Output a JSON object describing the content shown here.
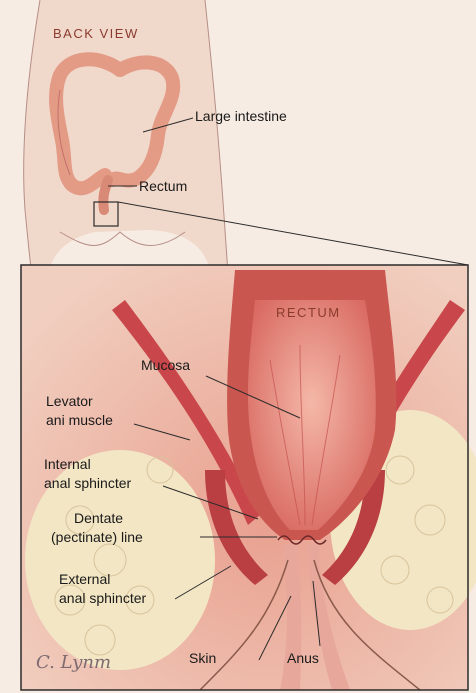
{
  "top": {
    "caption": "BACK VIEW",
    "labels": {
      "large_intestine": "Large intestine",
      "rectum": "Rectum"
    }
  },
  "inset": {
    "caption": "RECTUM",
    "labels": {
      "mucosa": "Mucosa",
      "levator_line1": "Levator",
      "levator_line2": "ani muscle",
      "internal_line1": "Internal",
      "internal_line2": "anal sphincter",
      "dentate_line1": "Dentate",
      "dentate_line2": "(pectinate) line",
      "external_line1": "External",
      "external_line2": "anal sphincter",
      "skin": "Skin",
      "anus": "Anus"
    },
    "signature": "C. Lynm"
  },
  "colors": {
    "background": "#f7ece4",
    "body_skin": "#efd5c6",
    "colon": "#e39b86",
    "mucosa": "#e98f86",
    "muscle": "#c9474a",
    "fat": "#f3e6c4",
    "frame": "#2b2b2b"
  }
}
